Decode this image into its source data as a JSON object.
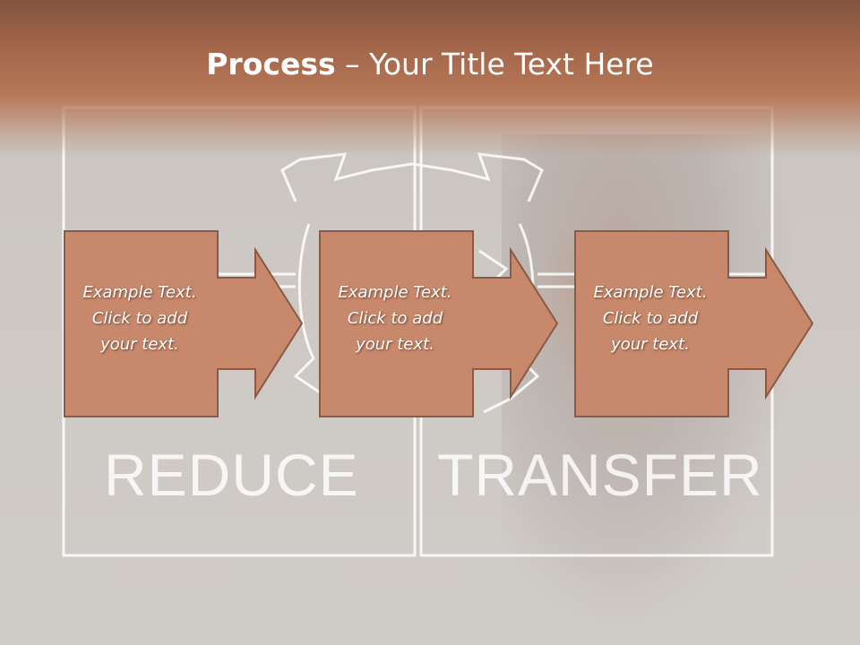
{
  "slide": {
    "title_bold": "Process",
    "title_rest": " – Your Title Text Here"
  },
  "background": {
    "words": [
      "REDUCE",
      "TRANSFER"
    ]
  },
  "steps": [
    {
      "text": "Example Text.\nClick  to add\nyour text."
    },
    {
      "text": "Example Text.\nClick  to add\nyour text."
    },
    {
      "text": "Example Text.\nClick  to add\nyour text."
    }
  ],
  "colors": {
    "header": "#b67758",
    "step_fill": "#c8886b",
    "step_border": "#8a5a45",
    "text": "#ffffff"
  }
}
